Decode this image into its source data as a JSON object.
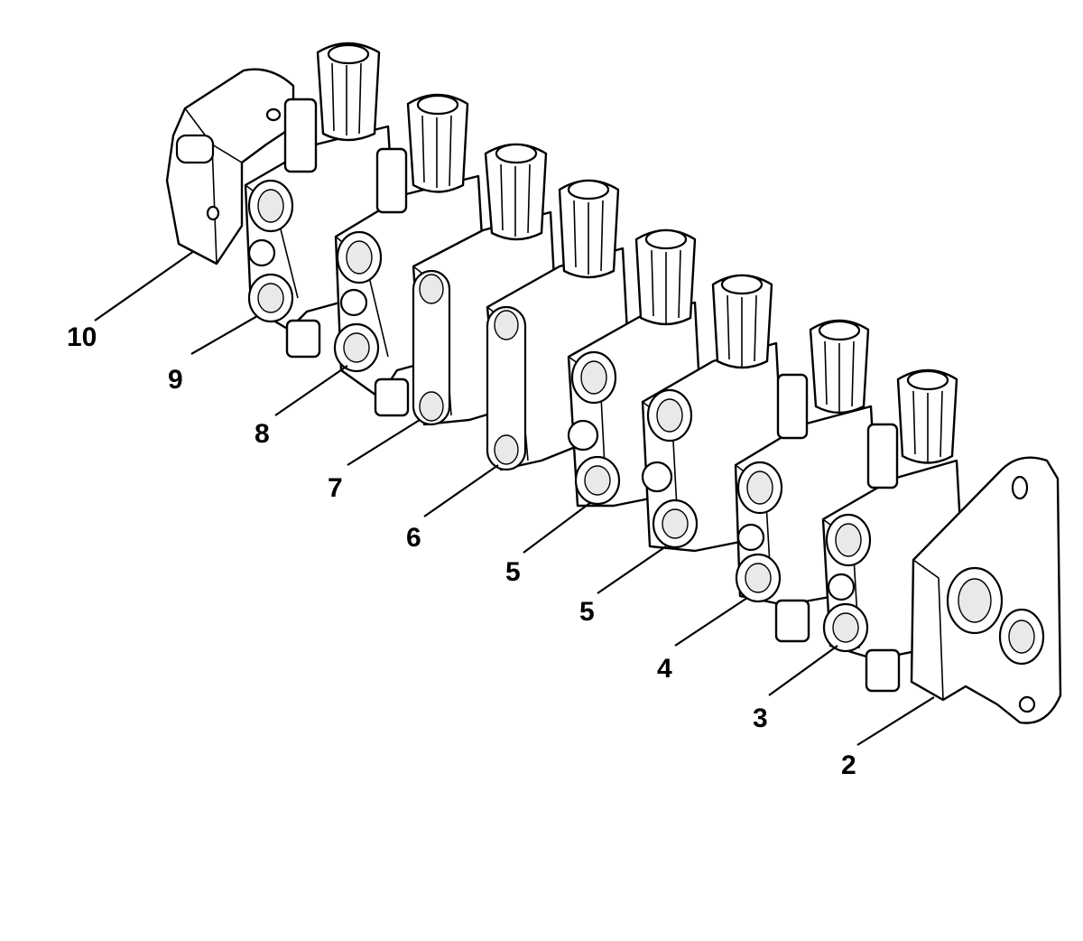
{
  "diagram": {
    "subject": "hydraulic control valve bank, exploded view",
    "line_color": "#000000",
    "background": "#ffffff"
  },
  "callouts": [
    {
      "id": "c10",
      "label": "10"
    },
    {
      "id": "c9",
      "label": "9"
    },
    {
      "id": "c8",
      "label": "8"
    },
    {
      "id": "c7",
      "label": "7"
    },
    {
      "id": "c6",
      "label": "6"
    },
    {
      "id": "c5a",
      "label": "5"
    },
    {
      "id": "c5b",
      "label": "5"
    },
    {
      "id": "c4",
      "label": "4"
    },
    {
      "id": "c3",
      "label": "3"
    },
    {
      "id": "c2",
      "label": "2"
    }
  ]
}
